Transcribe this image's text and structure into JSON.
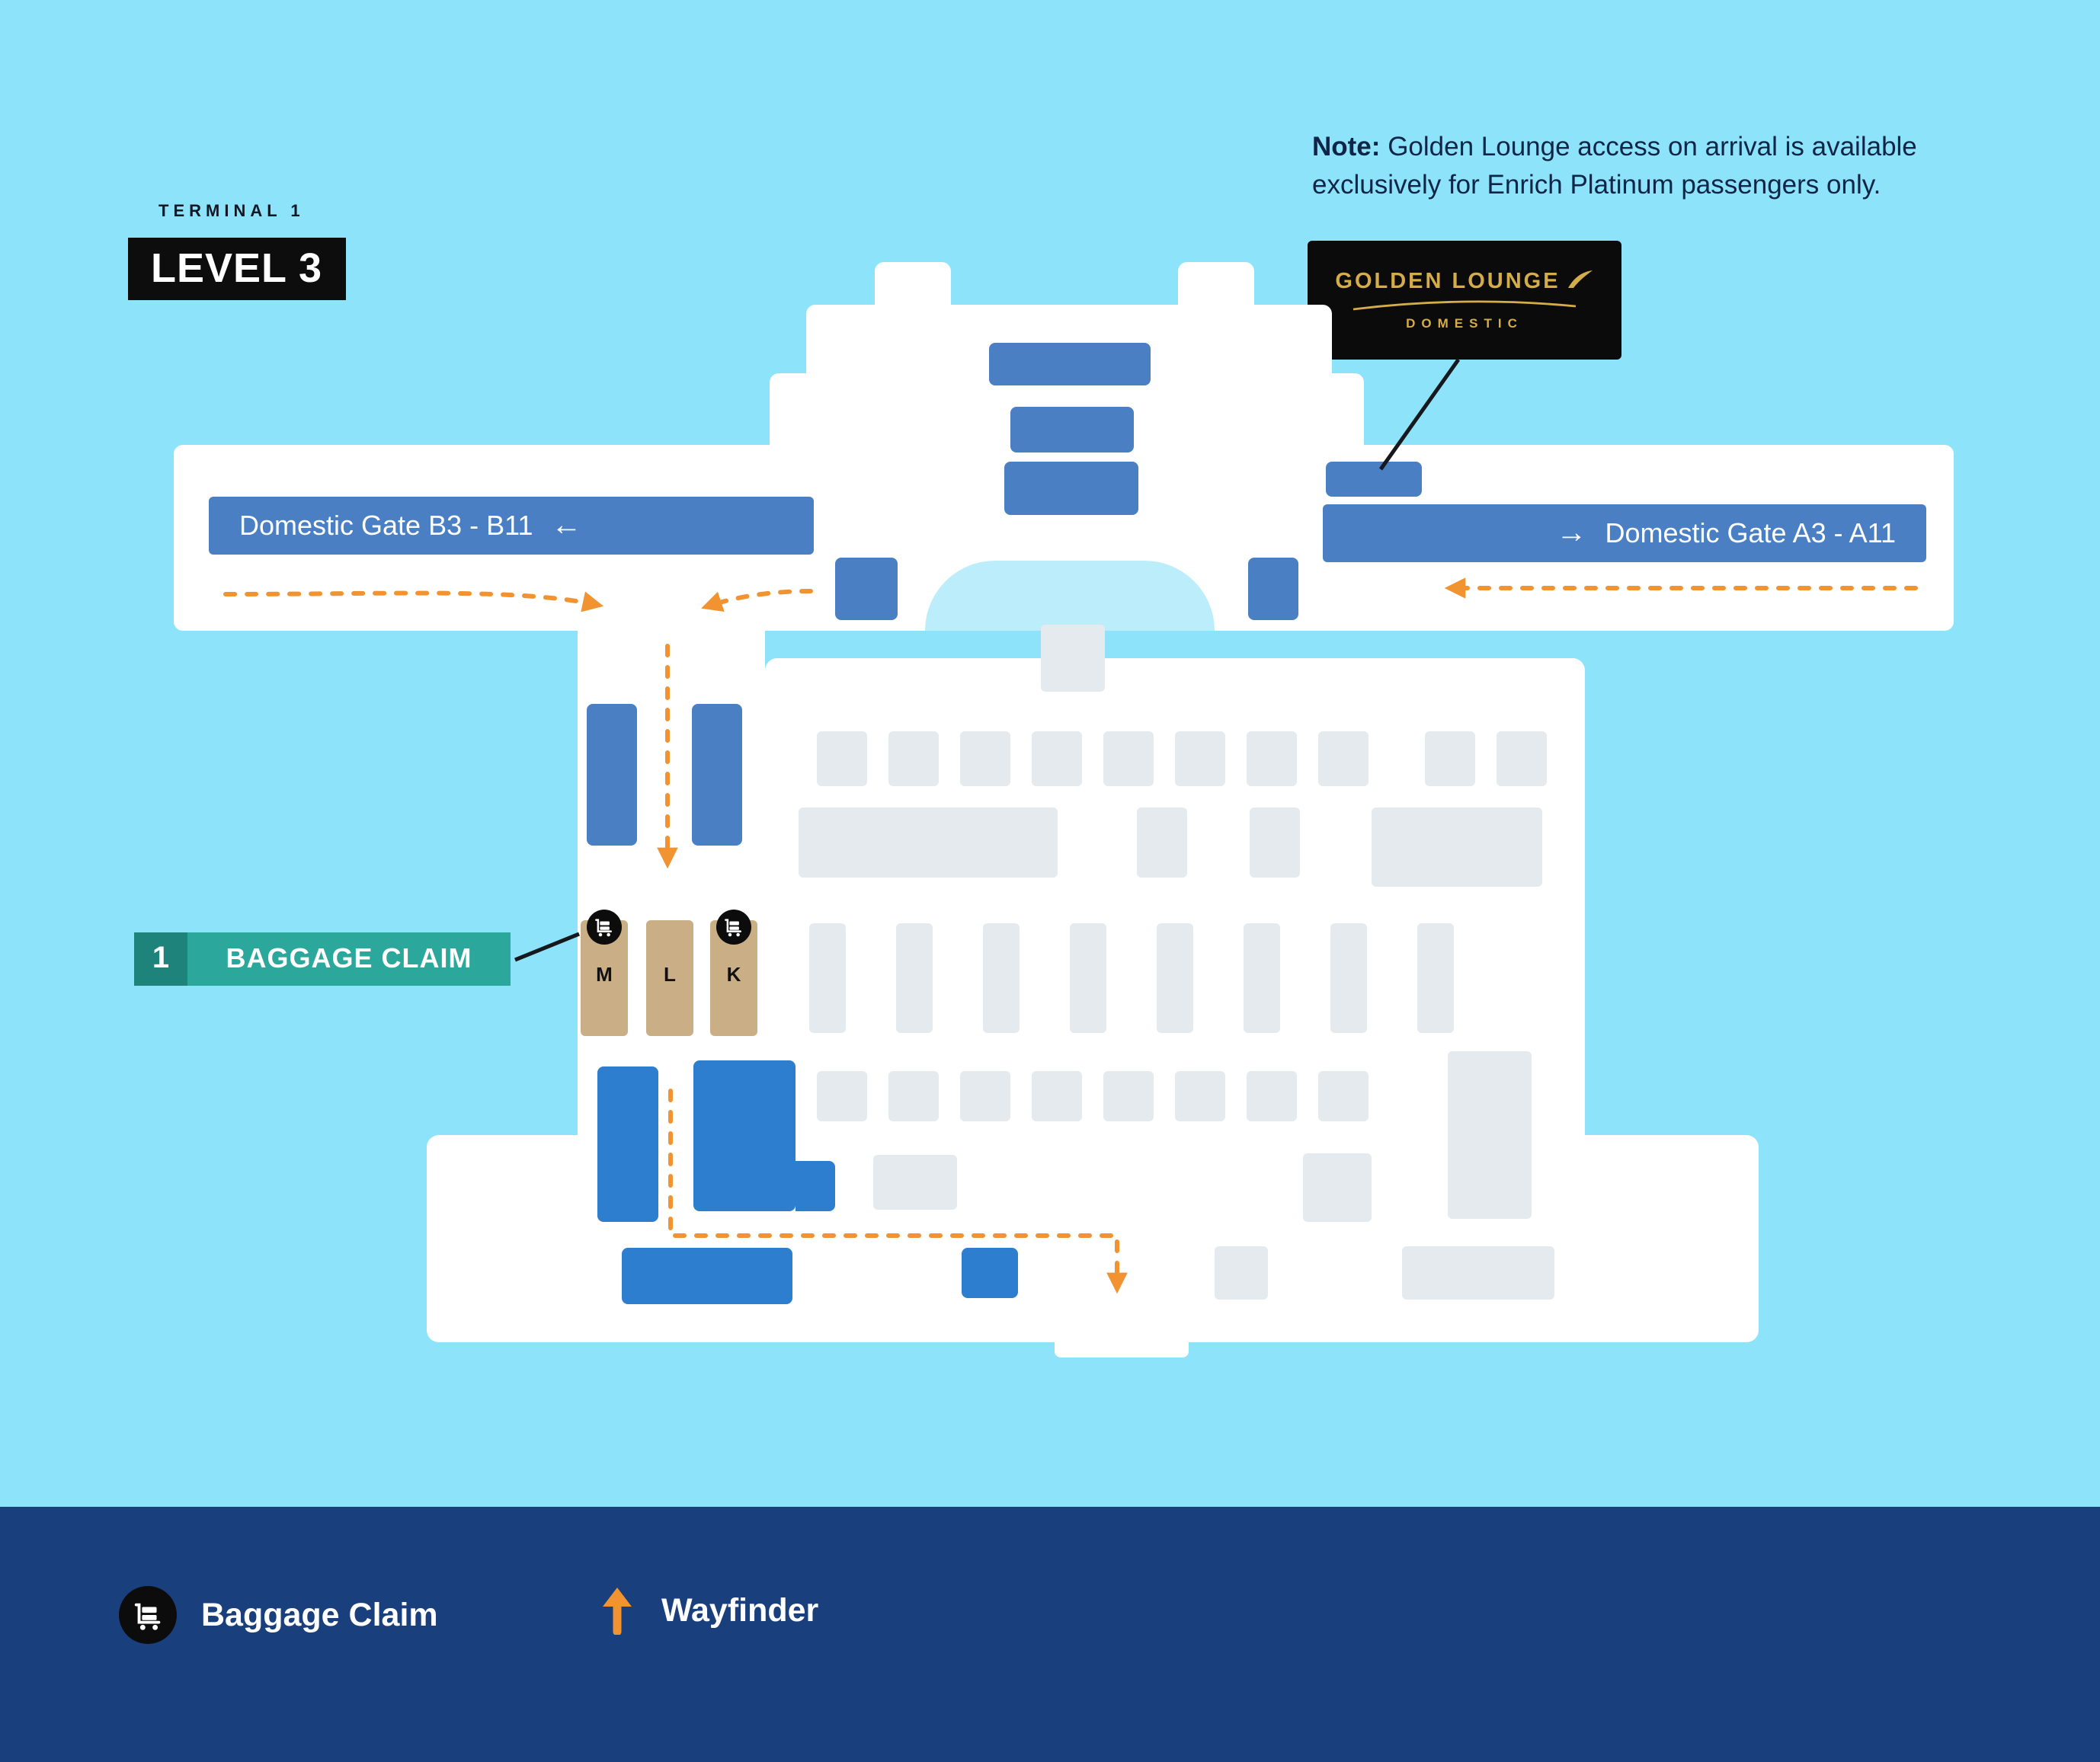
{
  "header": {
    "terminal": "TERMINAL 1",
    "level": "LEVEL 3"
  },
  "note": {
    "bold": "Note:",
    "text": "Golden Lounge access on arrival is available exclusively for Enrich Platinum passengers only."
  },
  "golden_lounge": {
    "title": "GOLDEN LOUNGE",
    "subtitle": "DOMESTIC"
  },
  "gates": {
    "left": {
      "label": "Domestic Gate B3 - B11",
      "arrow": "←"
    },
    "right": {
      "label": "Domestic Gate A3 - A11",
      "arrow": "→"
    }
  },
  "baggage": {
    "number": "1",
    "label": "BAGGAGE CLAIM",
    "belts": [
      "M",
      "L",
      "K"
    ]
  },
  "legend": {
    "baggage_label": "Baggage Claim",
    "wayfinder_label": "Wayfinder"
  },
  "colors": {
    "background": "#8DE3F9",
    "footer": "#1A3F7D",
    "banner_blue": "#4A80C3",
    "shape_blue": "#2E7ECF",
    "belt_tan": "#C9AE86",
    "teal": "#2CA79C",
    "teal_dark": "#1E837B",
    "orange": "#F09330",
    "gold": "#D5AC4A",
    "fixture_gray": "#E4EAEE",
    "ink": "#0F2547"
  }
}
